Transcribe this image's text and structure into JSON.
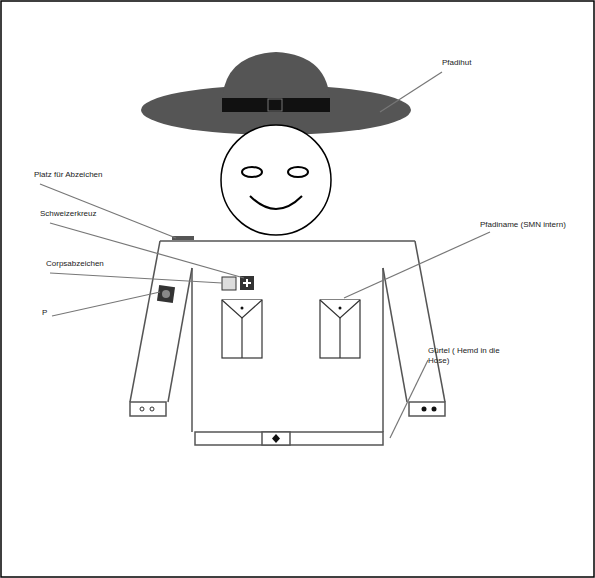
{
  "diagram": {
    "labels": [
      "Pfadihut",
      "Platz für Abzeichen",
      "Schweizerkreuz",
      "Corpsabzeichen",
      "P",
      "Pfadiname (SMN intern)",
      "Gürtel ( Hemd in die Hose)"
    ]
  }
}
